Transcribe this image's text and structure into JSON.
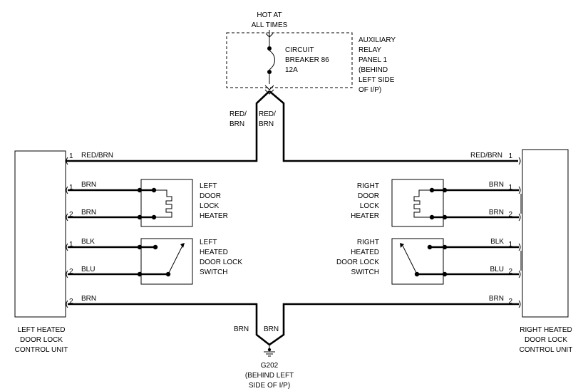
{
  "source": {
    "hot_line1": "HOT AT",
    "hot_line2": "ALL TIMES",
    "breaker_line1": "CIRCUIT",
    "breaker_line2": "BREAKER 86",
    "breaker_line3": "12A",
    "relay_panel": [
      "AUXILIARY",
      "RELAY",
      "PANEL 1",
      "(BEHIND",
      "LEFT SIDE",
      "OF I/P)"
    ]
  },
  "feed_wires": {
    "left_line1": "RED/",
    "left_line2": "BRN",
    "right_line1": "RED/",
    "right_line2": "BRN"
  },
  "left_unit": {
    "name": [
      "LEFT HEATED",
      "DOOR LOCK",
      "CONTROL UNIT"
    ],
    "pins": [
      {
        "num": "1",
        "wire": "RED/BRN"
      },
      {
        "num": "1",
        "wire": "BRN"
      },
      {
        "num": "2",
        "wire": "BRN"
      },
      {
        "num": "1",
        "wire": "BLK"
      },
      {
        "num": "2",
        "wire": "BLU"
      },
      {
        "num": "2",
        "wire": "BRN"
      }
    ],
    "heater": [
      "LEFT",
      "DOOR",
      "LOCK",
      "HEATER"
    ],
    "switch": [
      "LEFT",
      "HEATED",
      "DOOR LOCK",
      "SWITCH"
    ]
  },
  "right_unit": {
    "name": [
      "RIGHT HEATED",
      "DOOR LOCK",
      "CONTROL UNIT"
    ],
    "pins": [
      {
        "num": "1",
        "wire": "RED/BRN"
      },
      {
        "num": "1",
        "wire": "BRN"
      },
      {
        "num": "2",
        "wire": "BRN"
      },
      {
        "num": "1",
        "wire": "BLK"
      },
      {
        "num": "2",
        "wire": "BLU"
      },
      {
        "num": "2",
        "wire": "BRN"
      }
    ],
    "heater": [
      "RIGHT",
      "DOOR",
      "LOCK",
      "HEATER"
    ],
    "switch": [
      "RIGHT",
      "HEATED",
      "DOOR LOCK",
      "SWITCH"
    ]
  },
  "ground": {
    "left_wire": "BRN",
    "right_wire": "BRN",
    "name": "G202",
    "location": [
      "(BEHIND LEFT",
      "SIDE OF I/P)"
    ]
  }
}
